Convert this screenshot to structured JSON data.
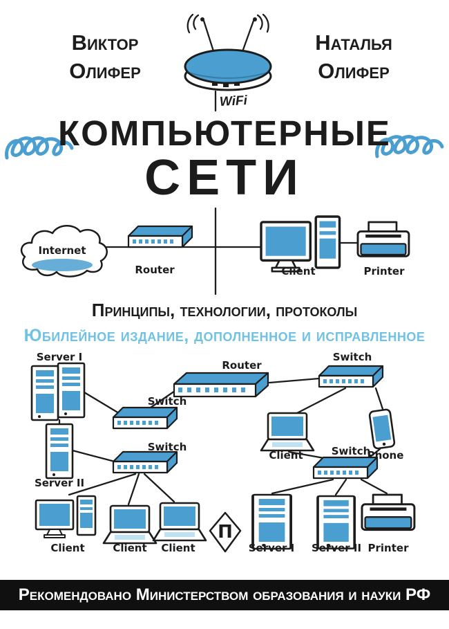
{
  "colors": {
    "accent": "#4b9fd0",
    "accent_light": "#bfe2f2",
    "ink": "#1c1c1c",
    "edition": "#6fc2e2",
    "footer_bg": "#101010",
    "footer_text": "#ffffff"
  },
  "authors": {
    "left": {
      "first": "Виктор",
      "last": "Олифер"
    },
    "right": {
      "first": "Наталья",
      "last": "Олифер"
    }
  },
  "wifi": {
    "label": "WiFi"
  },
  "title": {
    "line1": "КОМПЬЮТЕРНЫЕ",
    "line2": "СЕТИ"
  },
  "subtitle": "Принципы, технологии, протоколы",
  "edition": "Юбилейное издание, дополненное и исправленное",
  "top_diagram": {
    "internet": "Internet",
    "router": "Router",
    "client": "Client",
    "printer": "Printer"
  },
  "network_diagram": {
    "server1_top": "Server I",
    "router": "Router",
    "switch_top_right": "Switch",
    "switch_left": "Switch",
    "switch_mid": "Switch",
    "switch_bottom_right": "Switch",
    "server2": "Server II",
    "client_laptop": "Client",
    "phone": "Phone",
    "client_bottom_1": "Client",
    "client_bottom_2": "Client",
    "client_bottom_3": "Client",
    "server1_bottom": "Server I",
    "server2_bottom": "Server II",
    "printer_bottom": "Printer"
  },
  "publisher": {
    "mark": "П"
  },
  "footer": "Рекомендовано Министерством образования и науки РФ"
}
